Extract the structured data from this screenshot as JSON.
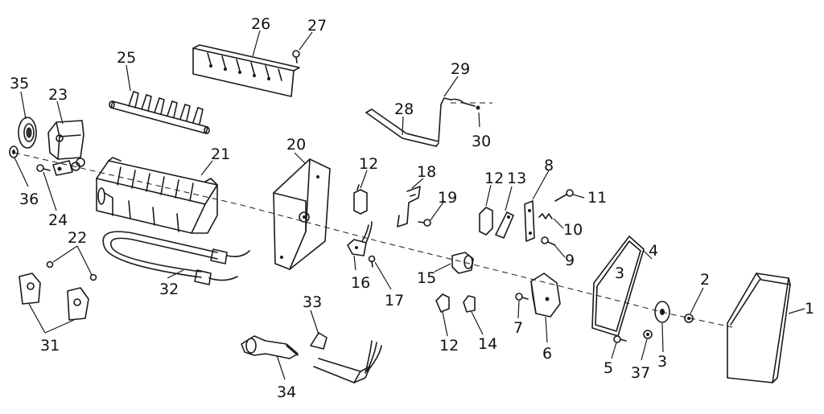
{
  "callouts": [
    {
      "id": "1",
      "label": "1"
    },
    {
      "id": "2",
      "label": "2"
    },
    {
      "id": "3",
      "label": "3"
    },
    {
      "id": "4",
      "label": "4"
    },
    {
      "id": "5",
      "label": "5"
    },
    {
      "id": "6",
      "label": "6"
    },
    {
      "id": "7",
      "label": "7"
    },
    {
      "id": "8",
      "label": "8"
    },
    {
      "id": "9",
      "label": "9"
    },
    {
      "id": "10",
      "label": "10"
    },
    {
      "id": "11",
      "label": "11"
    },
    {
      "id": "12a",
      "label": "12"
    },
    {
      "id": "12b",
      "label": "12"
    },
    {
      "id": "12c",
      "label": "12"
    },
    {
      "id": "13",
      "label": "13"
    },
    {
      "id": "14",
      "label": "14"
    },
    {
      "id": "15",
      "label": "15"
    },
    {
      "id": "16",
      "label": "16"
    },
    {
      "id": "17",
      "label": "17"
    },
    {
      "id": "18",
      "label": "18"
    },
    {
      "id": "19",
      "label": "19"
    },
    {
      "id": "20",
      "label": "20"
    },
    {
      "id": "21",
      "label": "21"
    },
    {
      "id": "22",
      "label": "22"
    },
    {
      "id": "23",
      "label": "23"
    },
    {
      "id": "24",
      "label": "24"
    },
    {
      "id": "25",
      "label": "25"
    },
    {
      "id": "26",
      "label": "26"
    },
    {
      "id": "27",
      "label": "27"
    },
    {
      "id": "28",
      "label": "28"
    },
    {
      "id": "29",
      "label": "29"
    },
    {
      "id": "30",
      "label": "30"
    },
    {
      "id": "31",
      "label": "31"
    },
    {
      "id": "32",
      "label": "32"
    },
    {
      "id": "33",
      "label": "33"
    },
    {
      "id": "34",
      "label": "34"
    },
    {
      "id": "35",
      "label": "35"
    },
    {
      "id": "36",
      "label": "36"
    },
    {
      "id": "37",
      "label": "37"
    }
  ]
}
